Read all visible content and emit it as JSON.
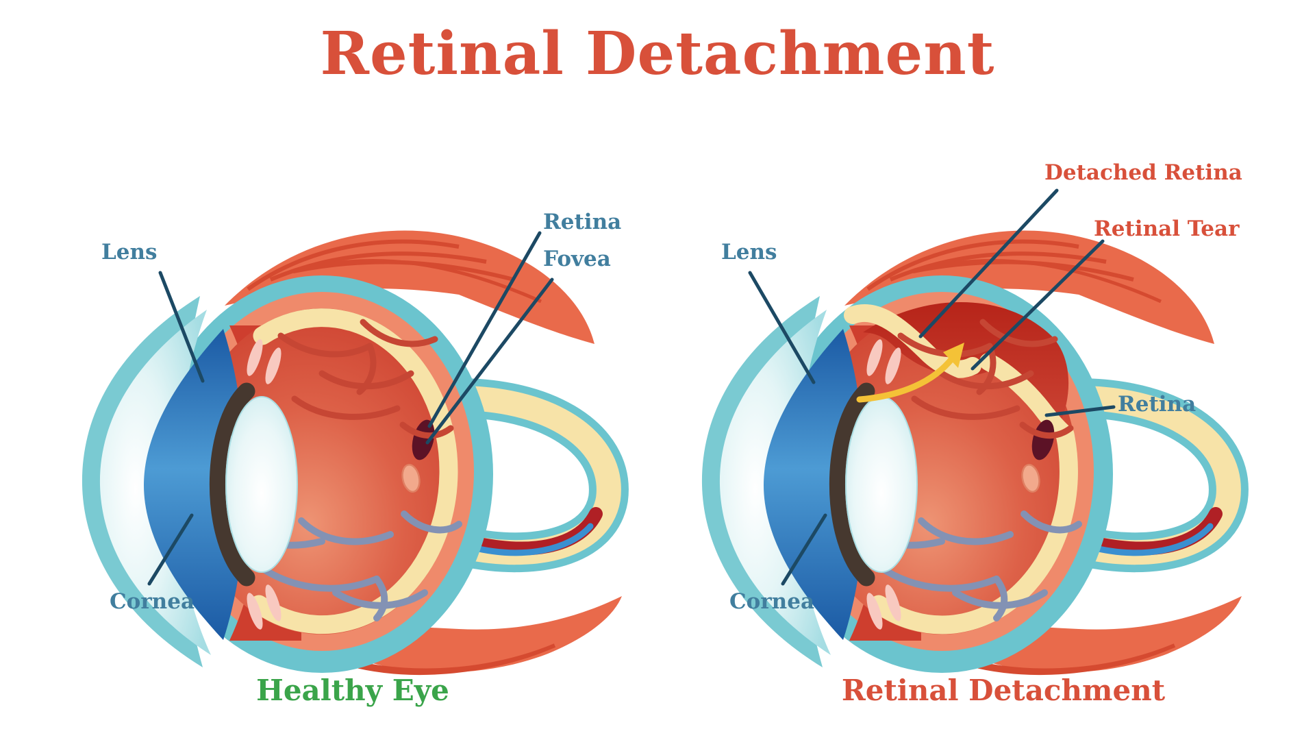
{
  "title": "Retinal Detachment",
  "left_figure": {
    "caption": "Healthy Eye",
    "labels": {
      "lens": "Lens",
      "cornea": "Cornea",
      "retina": "Retina",
      "fovea": "Fovea"
    }
  },
  "right_figure": {
    "caption": "Retinal Detachment",
    "labels": {
      "lens": "Lens",
      "cornea": "Cornea",
      "detached_retina": "Detached Retina",
      "retinal_tear": "Retinal Tear",
      "retina": "Retina"
    }
  },
  "colors": {
    "title_red": "#d8503a",
    "label_blue": "#417e9e",
    "caption_green": "#3aa44a",
    "leader_line_navy": "#1c4964",
    "sclera_teal": "#6bc4ce",
    "choroid_salmon": "#ef8a6b",
    "retina_cream": "#f7e3a8",
    "vitreous_red": "#d05038",
    "deep_red_detached": "#b62419",
    "muscle_salmon": "#e96a4b",
    "muscle_stripe": "#d54a30",
    "iris_blue": "#1b5aa4",
    "vessel_blue_gray": "#8392b4",
    "vessel_red": "#c64634",
    "fovea_maroon": "#5c1226",
    "tear_arrow_gold": "#f4c237",
    "optic_core_red": "#b02025",
    "optic_stripe_blue": "#3a8fd0"
  }
}
